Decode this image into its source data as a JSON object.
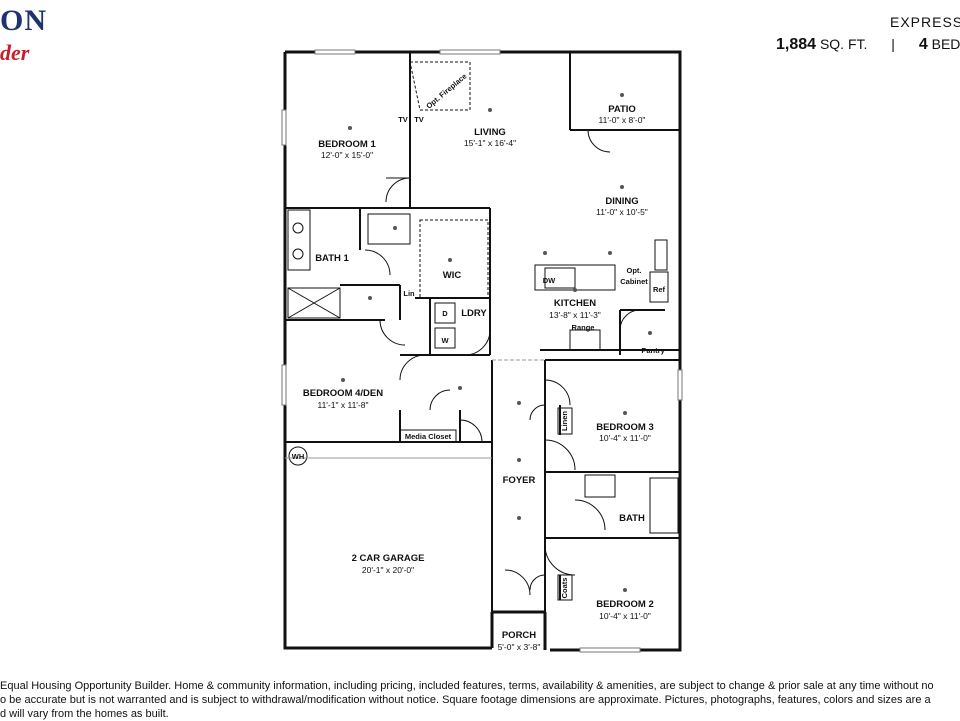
{
  "header": {
    "logo_main": "ON",
    "logo_sub": "der",
    "plan_name": "EXPRESS C",
    "sqft_value": "1,884",
    "sqft_unit": "SQ. FT.",
    "separator": "|",
    "beds_value": "4",
    "beds_unit": "BED"
  },
  "rooms": {
    "bedroom1": {
      "name": "BEDROOM 1",
      "dim": "12'-0\" x 15'-0\""
    },
    "living": {
      "name": "LIVING",
      "dim": "15'-1\" x 16'-4\""
    },
    "patio": {
      "name": "PATIO",
      "dim": "11'-0\" x 8'-0\""
    },
    "dining": {
      "name": "DINING",
      "dim": "11'-0\" x 10'-5\""
    },
    "bath1": {
      "name": "BATH 1"
    },
    "wic": {
      "name": "WIC"
    },
    "kitchen": {
      "name": "KITCHEN",
      "dim": "13'-8\" x 11'-3\""
    },
    "ldry": {
      "name": "LDRY"
    },
    "bedroom4": {
      "name": "BEDROOM 4/DEN",
      "dim": "11'-1\" x 11'-8\""
    },
    "bedroom3": {
      "name": "BEDROOM 3",
      "dim": "10'-4\" x 11'-0\""
    },
    "foyer": {
      "name": "FOYER"
    },
    "bath": {
      "name": "BATH"
    },
    "garage": {
      "name": "2 CAR GARAGE",
      "dim": "20'-1\" x 20'-0\""
    },
    "bedroom2": {
      "name": "BEDROOM 2",
      "dim": "10'-4\" x 11'-0\""
    },
    "porch": {
      "name": "PORCH",
      "dim": "5'-0\" x 3'-8\""
    }
  },
  "labels": {
    "opt_fireplace": "Opt. Fireplace",
    "tv1": "TV",
    "tv2": "TV",
    "lin": "Lin",
    "dw": "DW",
    "opt": "Opt.",
    "cabinet": "Cabinet",
    "ref": "Ref",
    "range": "Range",
    "pantry": "Pantry",
    "d": "D",
    "w": "W",
    "media_closet": "Media Closet",
    "wh": "WH",
    "linen": "Linen",
    "coats": "Coats"
  },
  "footer": {
    "line1": "Equal Housing Opportunity Builder. Home & community information, including pricing, included features, terms, availability & amenities, are subject to change & prior sale at any time without no",
    "line2": "o be accurate but is not warranted and is subject to withdrawal/modification without notice. Square footage dimensions are approximate. Pictures, photographs, features, colors and sizes are a",
    "line3": "d will vary from the homes as built."
  }
}
